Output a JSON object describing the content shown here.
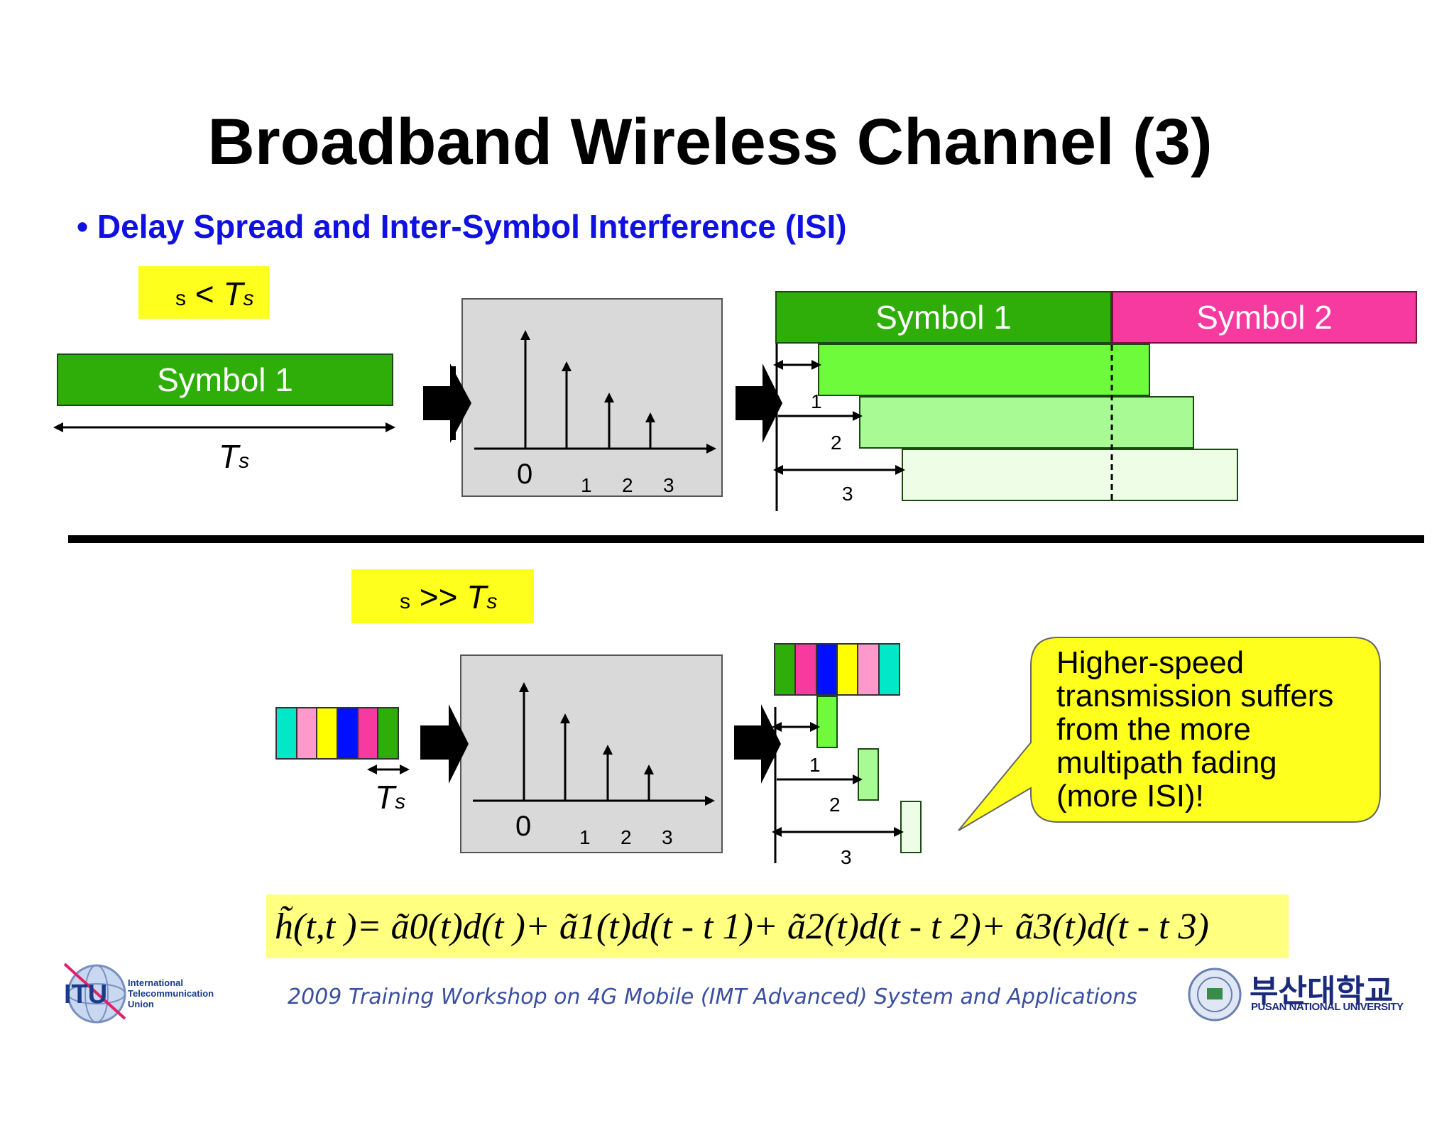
{
  "title": "Broadband Wireless Channel (3)",
  "bullet": "• Delay Spread and Inter-Symbol Interference (ISI)",
  "top": {
    "condition": {
      "sub_left": "s",
      "op": " < ",
      "var": "T",
      "sub_right": "s"
    },
    "symbol_label": "Symbol 1",
    "ts_var": "T",
    "ts_sub": "s",
    "impulse_origin": "0",
    "impulse_ticks": [
      "1",
      "2",
      "3"
    ],
    "rx_symbol1": "Symbol 1",
    "rx_symbol2": "Symbol 2",
    "delay_labels": [
      "1",
      "2",
      "3"
    ]
  },
  "bottom": {
    "condition": {
      "sub_left": "s",
      "op": " >> ",
      "var": "T",
      "sub_right": "s"
    },
    "ts_var": "T",
    "ts_sub": "s",
    "impulse_origin": "0",
    "impulse_ticks": [
      "1",
      "2",
      "3"
    ],
    "delay_labels": [
      "1",
      "2",
      "3"
    ],
    "callout_lines": [
      "Higher-speed",
      "transmission suffers",
      "from the more",
      "multipath fading",
      "(more ISI)!"
    ]
  },
  "formula": "h̃(t,t )= ã0(t)d(t )+ ã1(t)d(t -  t 1)+ ã2(t)d(t -  t 2)+ ã3(t)d(t -  t 3)",
  "footer": {
    "itu_lines": [
      "International",
      "Telecommunication",
      "Union"
    ],
    "itu_abbr": "ITU",
    "workshop": "2009 Training Workshop on 4G Mobile (IMT Advanced) System and Applications",
    "pnu_korean": "부산대학교",
    "pnu_english": "PUSAN NATIONAL UNIVERSITY"
  },
  "colors": {
    "symbol_green": "#2fae0a",
    "symbol_pink": "#f73aa0",
    "echo1": "#6dfb3c",
    "echo2": "#a8fb94",
    "echo3": "#edfde6",
    "highlight": "#ffff1e",
    "stripe": [
      "#00e8c8",
      "#ff99cc",
      "#ffff00",
      "#0010ff",
      "#f73aa0",
      "#2fae0a"
    ]
  }
}
